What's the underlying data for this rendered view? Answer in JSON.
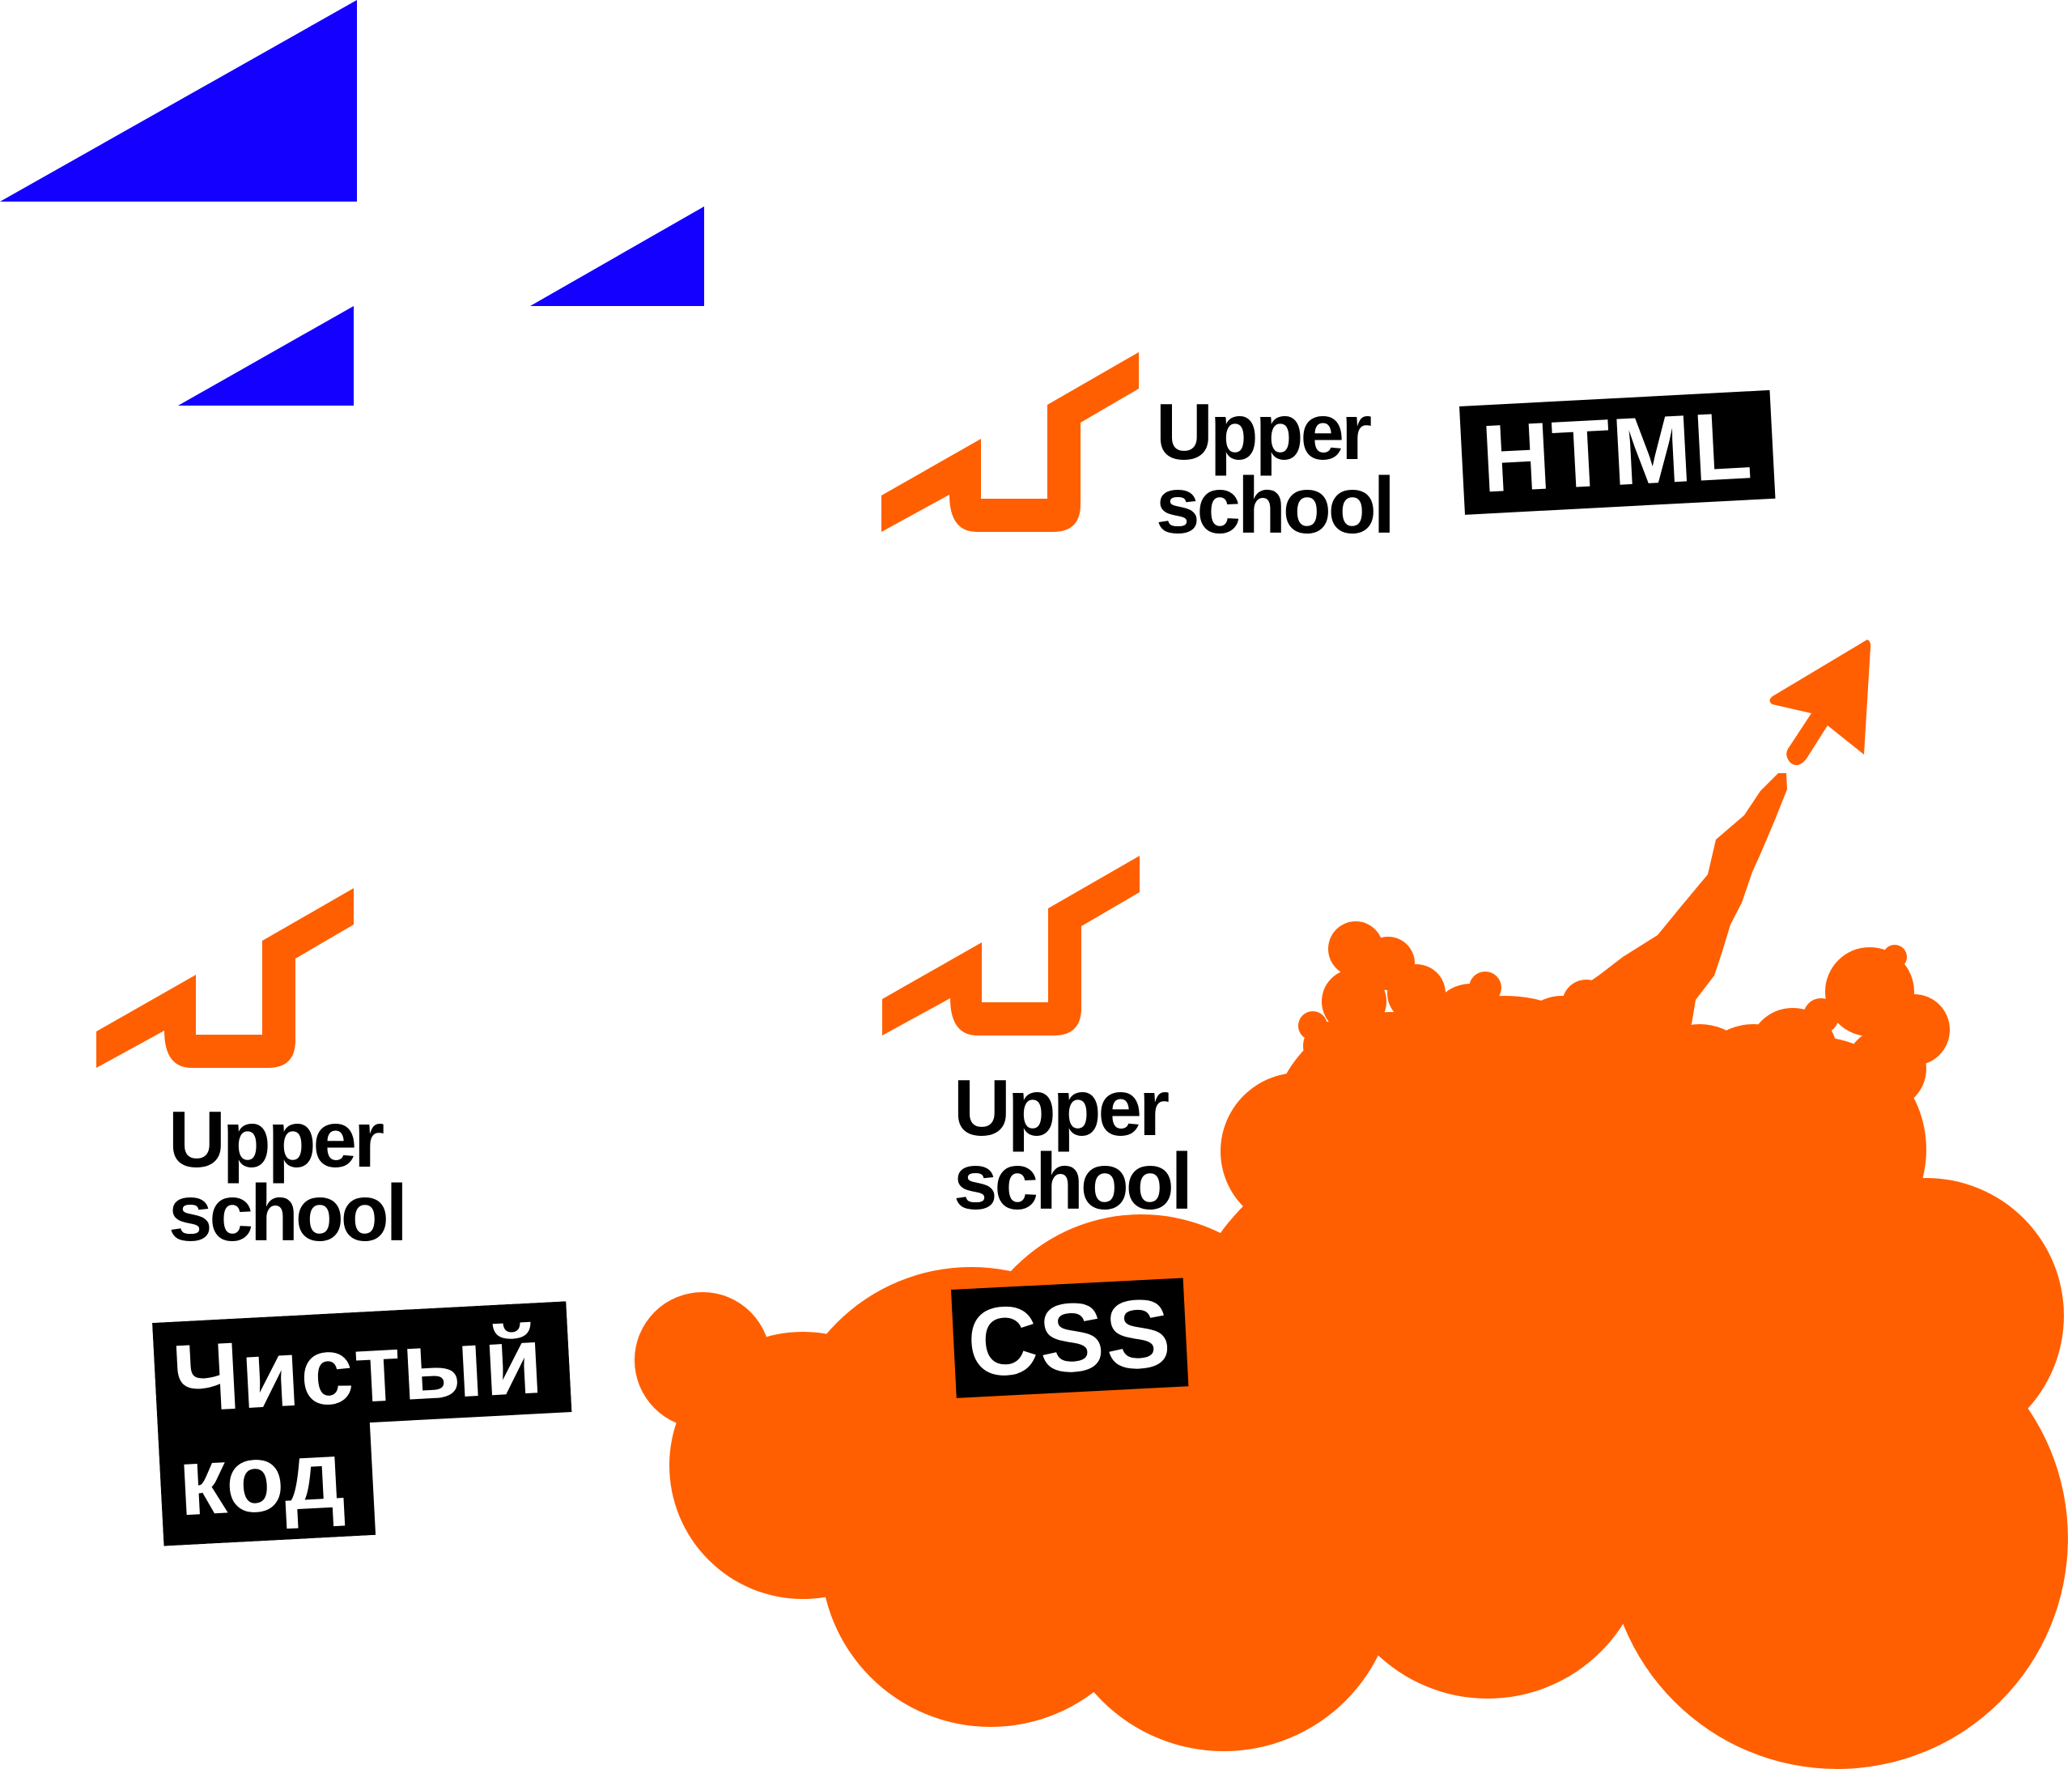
{
  "colors": {
    "blue": "#1400FF",
    "orange": "#FF5F00",
    "black": "#000000",
    "white": "#FFFFFF"
  },
  "logos": [
    {
      "id": "logo-1",
      "line1": "Upper",
      "line2": "school",
      "layout": "horizontal"
    },
    {
      "id": "logo-2",
      "line1": "Upper",
      "line2": "school",
      "layout": "vertical"
    },
    {
      "id": "logo-3",
      "line1": "Upper",
      "line2": "school",
      "layout": "vertical"
    }
  ],
  "tags": {
    "html": "HTML",
    "css": "CSS",
    "clean_code_line1": "Чистый",
    "clean_code_line2": "код"
  },
  "shapes": {
    "triangles": [
      "blue-triangle-large",
      "blue-triangle-small-left",
      "blue-triangle-small-right"
    ],
    "cloud": "orange-smoke-cloud",
    "arrow": "orange-arrow-cursor"
  }
}
